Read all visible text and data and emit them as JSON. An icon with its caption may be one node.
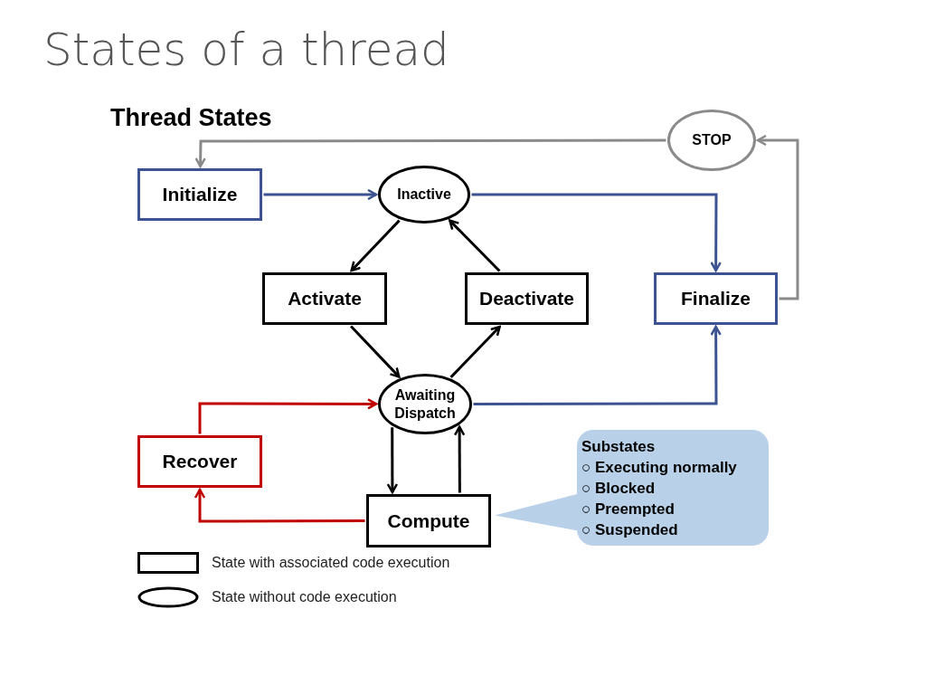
{
  "diagram": {
    "title": "States of a thread",
    "nodes": [
      {
        "text": [
          "Initialize"
        ]
      },
      {
        "text": [
          "Inactive"
        ]
      },
      {
        "text": [
          "STOP"
        ]
      },
      {
        "text": [
          "Activate"
        ]
      },
      {
        "text": [
          "Deactivate"
        ]
      },
      {
        "text": [
          "Finalize"
        ]
      },
      {
        "text": [
          "Awaiting Dispatch"
        ]
      },
      {
        "text": [
          "Recover"
        ]
      },
      {
        "text": [
          "Compute"
        ]
      },
      {
        "text": [
          "Substates",
          "○ Executing normally",
          "○ Blocked",
          "○ Preempted",
          "○ Suspended"
        ]
      }
    ],
    "edges": [
      {
        "from": 2,
        "to": 0,
        "arrow": "to",
        "color": "#8a8a8a"
      },
      {
        "from": 0,
        "to": 1,
        "arrow": "to",
        "color": "#3d5391"
      },
      {
        "from": 1,
        "to": 5,
        "arrow": "to",
        "color": "#3d5391"
      },
      {
        "from": 1,
        "to": 3,
        "arrow": "to"
      },
      {
        "from": 4,
        "to": 1,
        "arrow": "to"
      },
      {
        "from": 3,
        "to": 6,
        "arrow": "to"
      },
      {
        "from": 6,
        "to": 4,
        "arrow": "to"
      },
      {
        "from": 6,
        "to": 5,
        "arrow": "to",
        "color": "#3d5391"
      },
      {
        "from": 5,
        "to": 2,
        "arrow": "to",
        "color": "#8a8a8a"
      },
      {
        "from": 7,
        "to": 6,
        "arrow": "to",
        "color": "#c00000"
      },
      {
        "from": 8,
        "to": 7,
        "arrow": "to",
        "color": "#c00000"
      },
      {
        "from": 6,
        "to": 8,
        "arrow": "to"
      },
      {
        "from": 8,
        "to": 6,
        "arrow": "to"
      },
      {
        "from": 9,
        "to": 8,
        "arrow": "none",
        "color": "#b8d0e8"
      }
    ],
    "labels": [
      "Thread States"
    ],
    "legend": [
      {
        "text": "State with associated code execution"
      },
      {
        "text": "State without code execution"
      }
    ]
  }
}
